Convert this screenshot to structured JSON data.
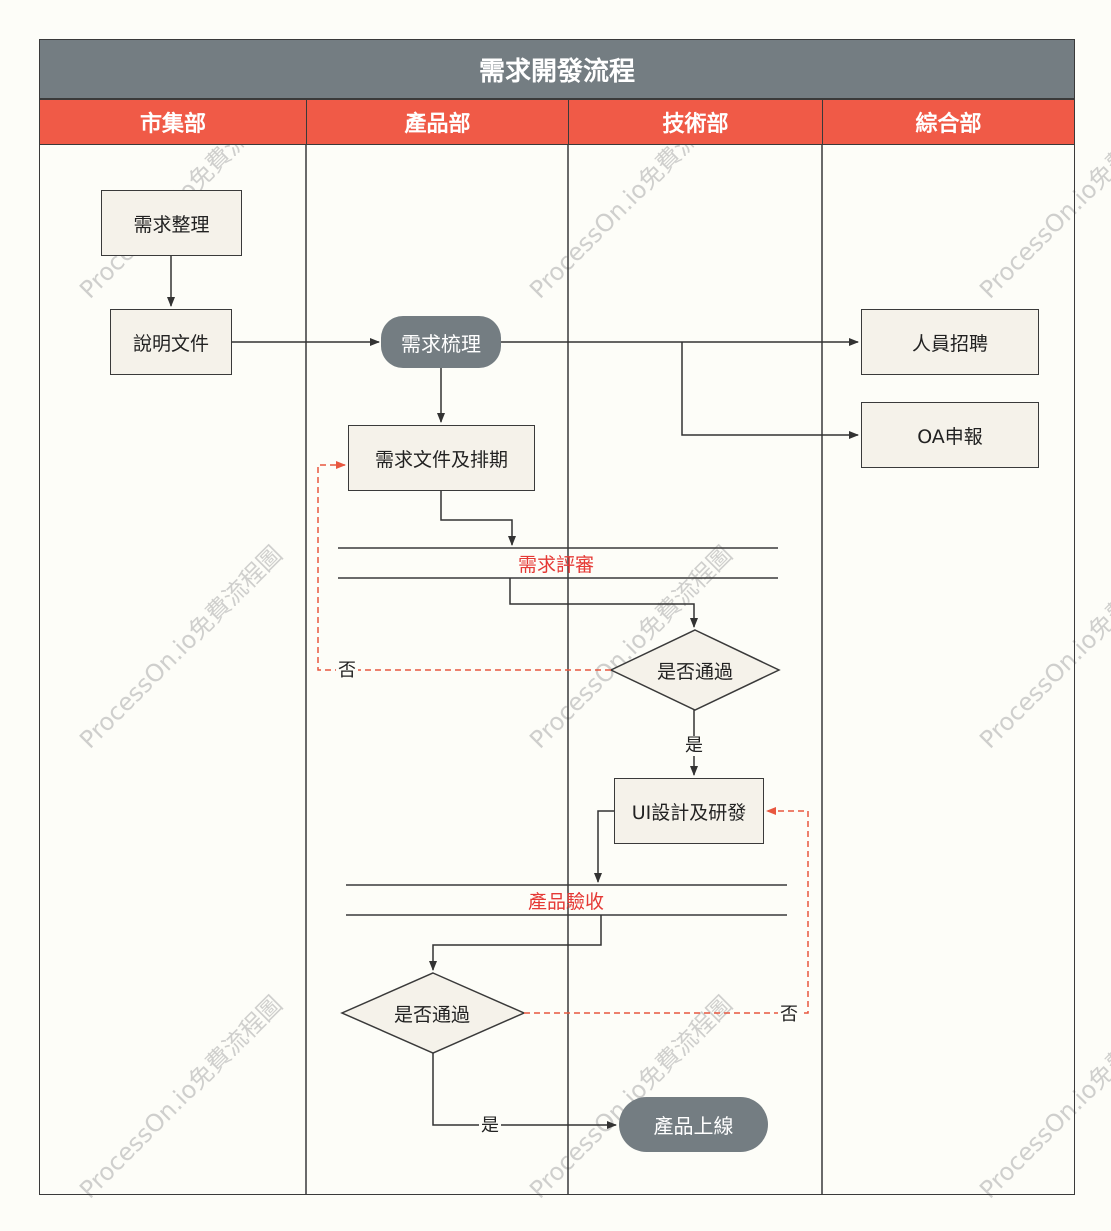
{
  "title": "需求開發流程",
  "lanes": [
    {
      "label": "市集部"
    },
    {
      "label": "產品部"
    },
    {
      "label": "技術部"
    },
    {
      "label": "綜合部"
    }
  ],
  "nodes": {
    "req_sort": "需求整理",
    "doc": "說明文件",
    "req_comb": "需求梳理",
    "hire": "人員招聘",
    "oa": "OA申報",
    "req_doc": "需求文件及排期",
    "review": "需求評審",
    "pass1": "是否通過",
    "ui_dev": "UI設計及研發",
    "accept": "產品驗收",
    "pass2": "是否通過",
    "launch": "產品上線"
  },
  "edge_labels": {
    "no1": "否",
    "yes1": "是",
    "no2": "否",
    "yes2": "是"
  },
  "watermark": "ProcessOn.io免費流程圖",
  "colors": {
    "title_bg": "#747d82",
    "lane_header_bg": "#f05a47",
    "box_bg": "#f5f2ea",
    "dashed_arrow": "#e8573f",
    "separator_text": "#e53935"
  }
}
